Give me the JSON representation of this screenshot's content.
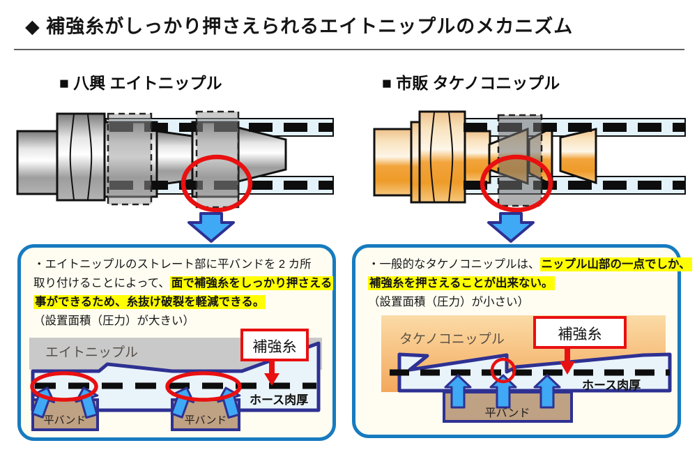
{
  "title": "◆ 補強糸がしっかり押さえられるエイトニップルのメカニズム",
  "left_section": {
    "header": "■ 八興 エイトニップル",
    "callout": {
      "line1": "・エイトニップルのストレート部に平バンドを 2 カ所",
      "line2_plain": "取り付けることによって、",
      "line2_highlight": "面で補強糸をしっかり押さえる",
      "line3_highlight": "事ができるため、糸抜け破裂を軽減できる。",
      "line4": "（設置面積（圧力）が大きい）"
    },
    "diagram": {
      "nipple_label": "エイトニップル",
      "thread_label": "補強糸",
      "hose_label": "ホース肉厚",
      "band_label_1": "平バンド",
      "band_label_2": "平バンド"
    }
  },
  "right_section": {
    "header": "■ 市販 タケノコニップル",
    "callout": {
      "line1_plain": "・一般的なタケノコニップルは、",
      "line1_highlight": "ニップル山部の一点でしか、",
      "line2_highlight": "補強糸を押さえることが出来ない。",
      "line3": "（設置面積（圧力）が小さい）"
    },
    "diagram": {
      "nipple_label": "タケノコニップル",
      "thread_label": "補強糸",
      "hose_label": "ホース肉厚",
      "band_label": "平バンド"
    }
  },
  "colors": {
    "highlight_yellow": "#ffff00",
    "box_border_blue": "#177bbf",
    "outline_navy": "#2e3192",
    "arrow_blue": "#3fa9f5",
    "accent_red": "#e81010",
    "band_tan": "#bfa183",
    "hose_blue": "#e9f3fa",
    "nipple_gray": "#c9c9c9",
    "metal_orange": "#f09f35"
  }
}
